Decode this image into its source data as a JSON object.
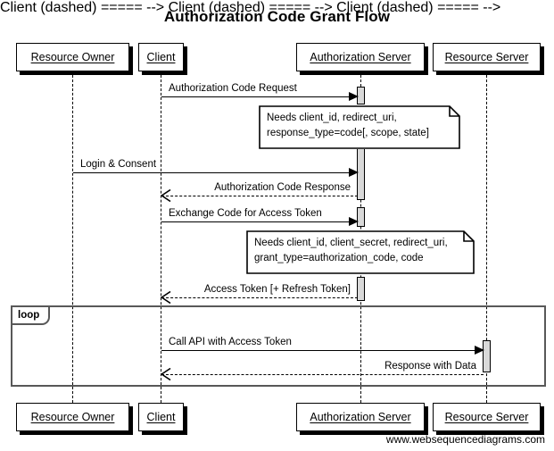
{
  "diagram": {
    "title": "Authorization Code Grant Flow",
    "type": "sequence-diagram",
    "watermark": "www.websequencediagrams.com",
    "colors": {
      "background": "#ffffff",
      "stroke": "#000000",
      "activation_fill": "#d9d9d9",
      "frame_stroke": "#585858"
    }
  },
  "participants": [
    {
      "id": "resource-owner",
      "label": "Resource Owner"
    },
    {
      "id": "client",
      "label": "Client"
    },
    {
      "id": "authorization-server",
      "label": "Authorization Server"
    },
    {
      "id": "resource-server",
      "label": "Resource Server"
    }
  ],
  "messages": [
    {
      "id": "msg-1",
      "label": "Authorization Code Request",
      "from": "client",
      "to": "authorization-server",
      "style": "solid",
      "direction": "right"
    },
    {
      "id": "msg-2",
      "label": "Login & Consent",
      "from": "resource-owner",
      "to": "authorization-server",
      "style": "solid",
      "direction": "right"
    },
    {
      "id": "msg-3",
      "label": "Authorization Code Response",
      "from": "authorization-server",
      "to": "client",
      "style": "dashed",
      "direction": "left"
    },
    {
      "id": "msg-4",
      "label": "Exchange Code for Access Token",
      "from": "client",
      "to": "authorization-server",
      "style": "solid",
      "direction": "right"
    },
    {
      "id": "msg-5",
      "label": "Access Token [+ Refresh Token]",
      "from": "authorization-server",
      "to": "client",
      "style": "dashed",
      "direction": "left"
    },
    {
      "id": "msg-6",
      "label": "Call API with Access Token",
      "from": "client",
      "to": "resource-server",
      "style": "solid",
      "direction": "right"
    },
    {
      "id": "msg-7",
      "label": "Response with Data",
      "from": "resource-server",
      "to": "client",
      "style": "dashed",
      "direction": "left"
    }
  ],
  "notes": [
    {
      "id": "note-1",
      "over": "authorization-server",
      "lines": [
        "Needs client_id, redirect_uri,",
        "response_type=code[, scope, state]"
      ]
    },
    {
      "id": "note-2",
      "over": "authorization-server",
      "lines": [
        "Needs client_id, client_secret, redirect_uri,",
        "grant_type=authorization_code, code"
      ]
    }
  ],
  "fragments": [
    {
      "id": "loop-fragment",
      "label": "loop"
    }
  ]
}
